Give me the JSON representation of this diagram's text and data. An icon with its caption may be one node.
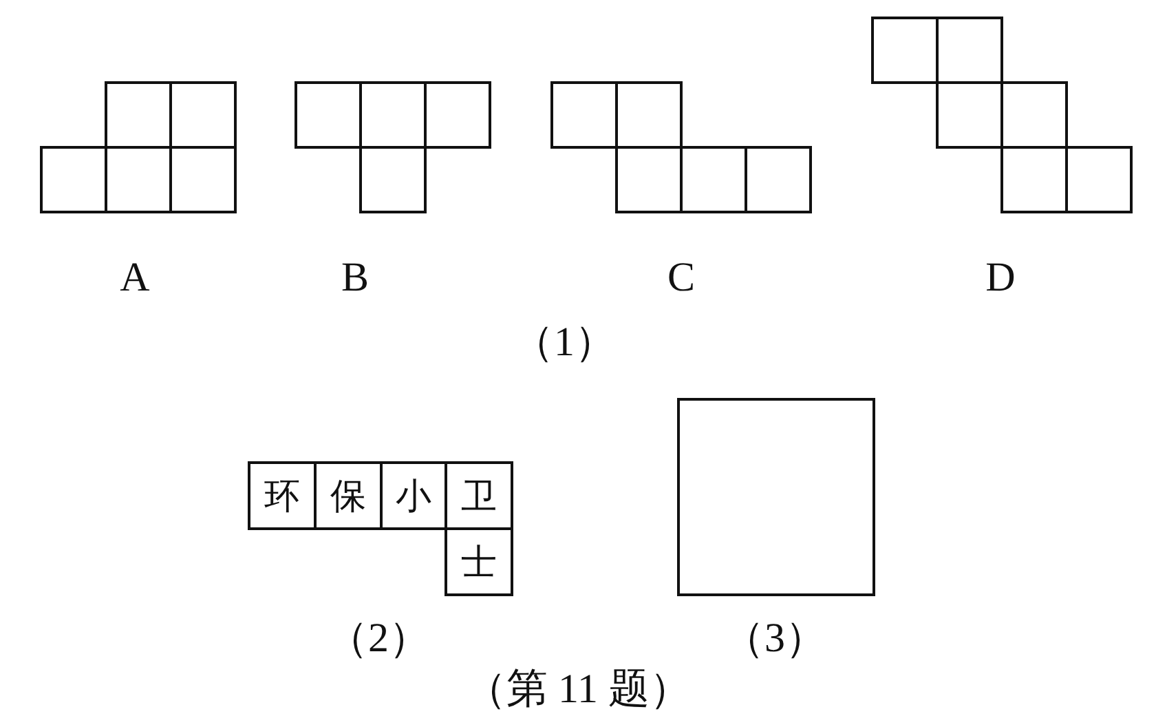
{
  "diagram": {
    "caption": "（第 11 题）",
    "nodes": [
      {
        "text": [],
        "shape": "box"
      },
      {
        "text": [],
        "shape": "box"
      },
      {
        "text": [],
        "shape": "box"
      },
      {
        "text": [],
        "shape": "box"
      },
      {
        "text": [],
        "shape": "box"
      },
      {
        "text": [],
        "shape": "box"
      },
      {
        "text": [],
        "shape": "box"
      },
      {
        "text": [],
        "shape": "box"
      },
      {
        "text": [],
        "shape": "box"
      },
      {
        "text": [],
        "shape": "box"
      },
      {
        "text": [],
        "shape": "box"
      },
      {
        "text": [],
        "shape": "box"
      },
      {
        "text": [],
        "shape": "box"
      },
      {
        "text": [],
        "shape": "box"
      },
      {
        "text": [],
        "shape": "box"
      },
      {
        "text": [],
        "shape": "box"
      },
      {
        "text": [],
        "shape": "box"
      },
      {
        "text": [],
        "shape": "box"
      },
      {
        "text": [],
        "shape": "box"
      },
      {
        "text": [],
        "shape": "box"
      },
      {
        "text": [
          "环"
        ]
      },
      {
        "text": [
          "保"
        ]
      },
      {
        "text": [
          "小"
        ]
      },
      {
        "text": [
          "卫"
        ]
      },
      {
        "text": [
          "士"
        ]
      },
      {
        "text": [],
        "shape": "box"
      }
    ],
    "labels": [
      "A",
      "B",
      "C",
      "D",
      "（1）",
      "（2）",
      "（3）"
    ]
  }
}
